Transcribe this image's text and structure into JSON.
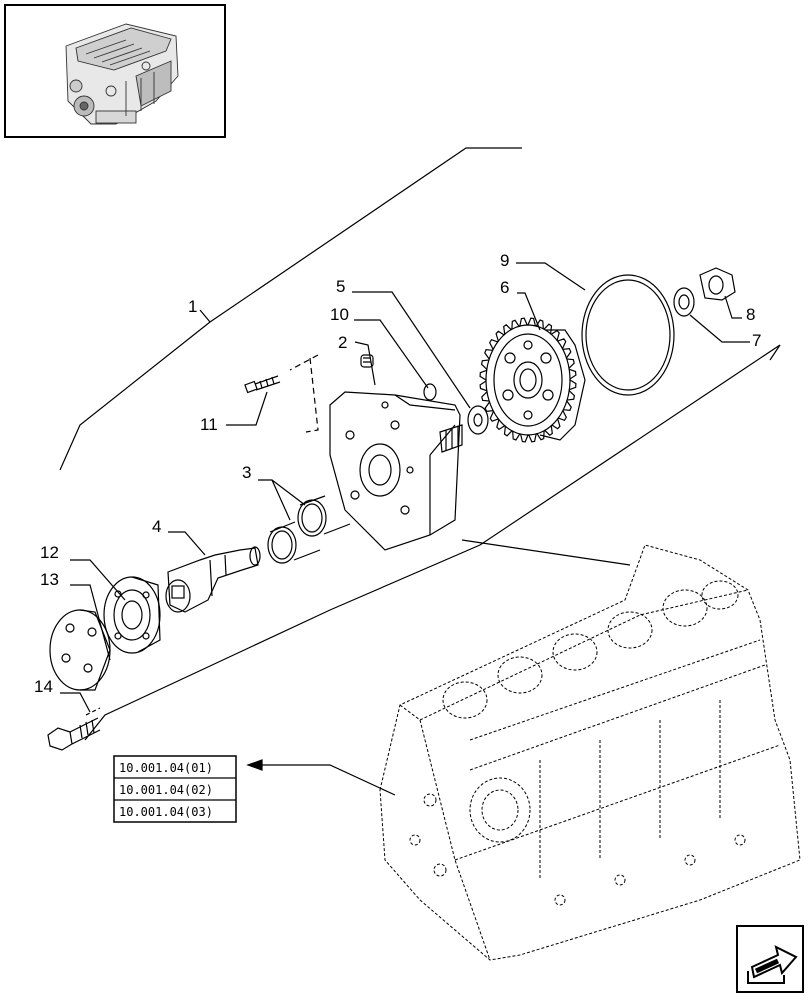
{
  "callouts": {
    "c1": "1",
    "c2": "2",
    "c3": "3",
    "c4": "4",
    "c5": "5",
    "c6": "6",
    "c7": "7",
    "c8": "8",
    "c9": "9",
    "c10": "10",
    "c11": "11",
    "c12": "12",
    "c13": "13",
    "c14": "14"
  },
  "references": [
    "10.001.04(01)",
    "10.001.04(02)",
    "10.001.04(03)"
  ],
  "icons": {
    "thumbnail": "engine-thumbnail-icon",
    "nav": "next-page-arrow-icon"
  }
}
